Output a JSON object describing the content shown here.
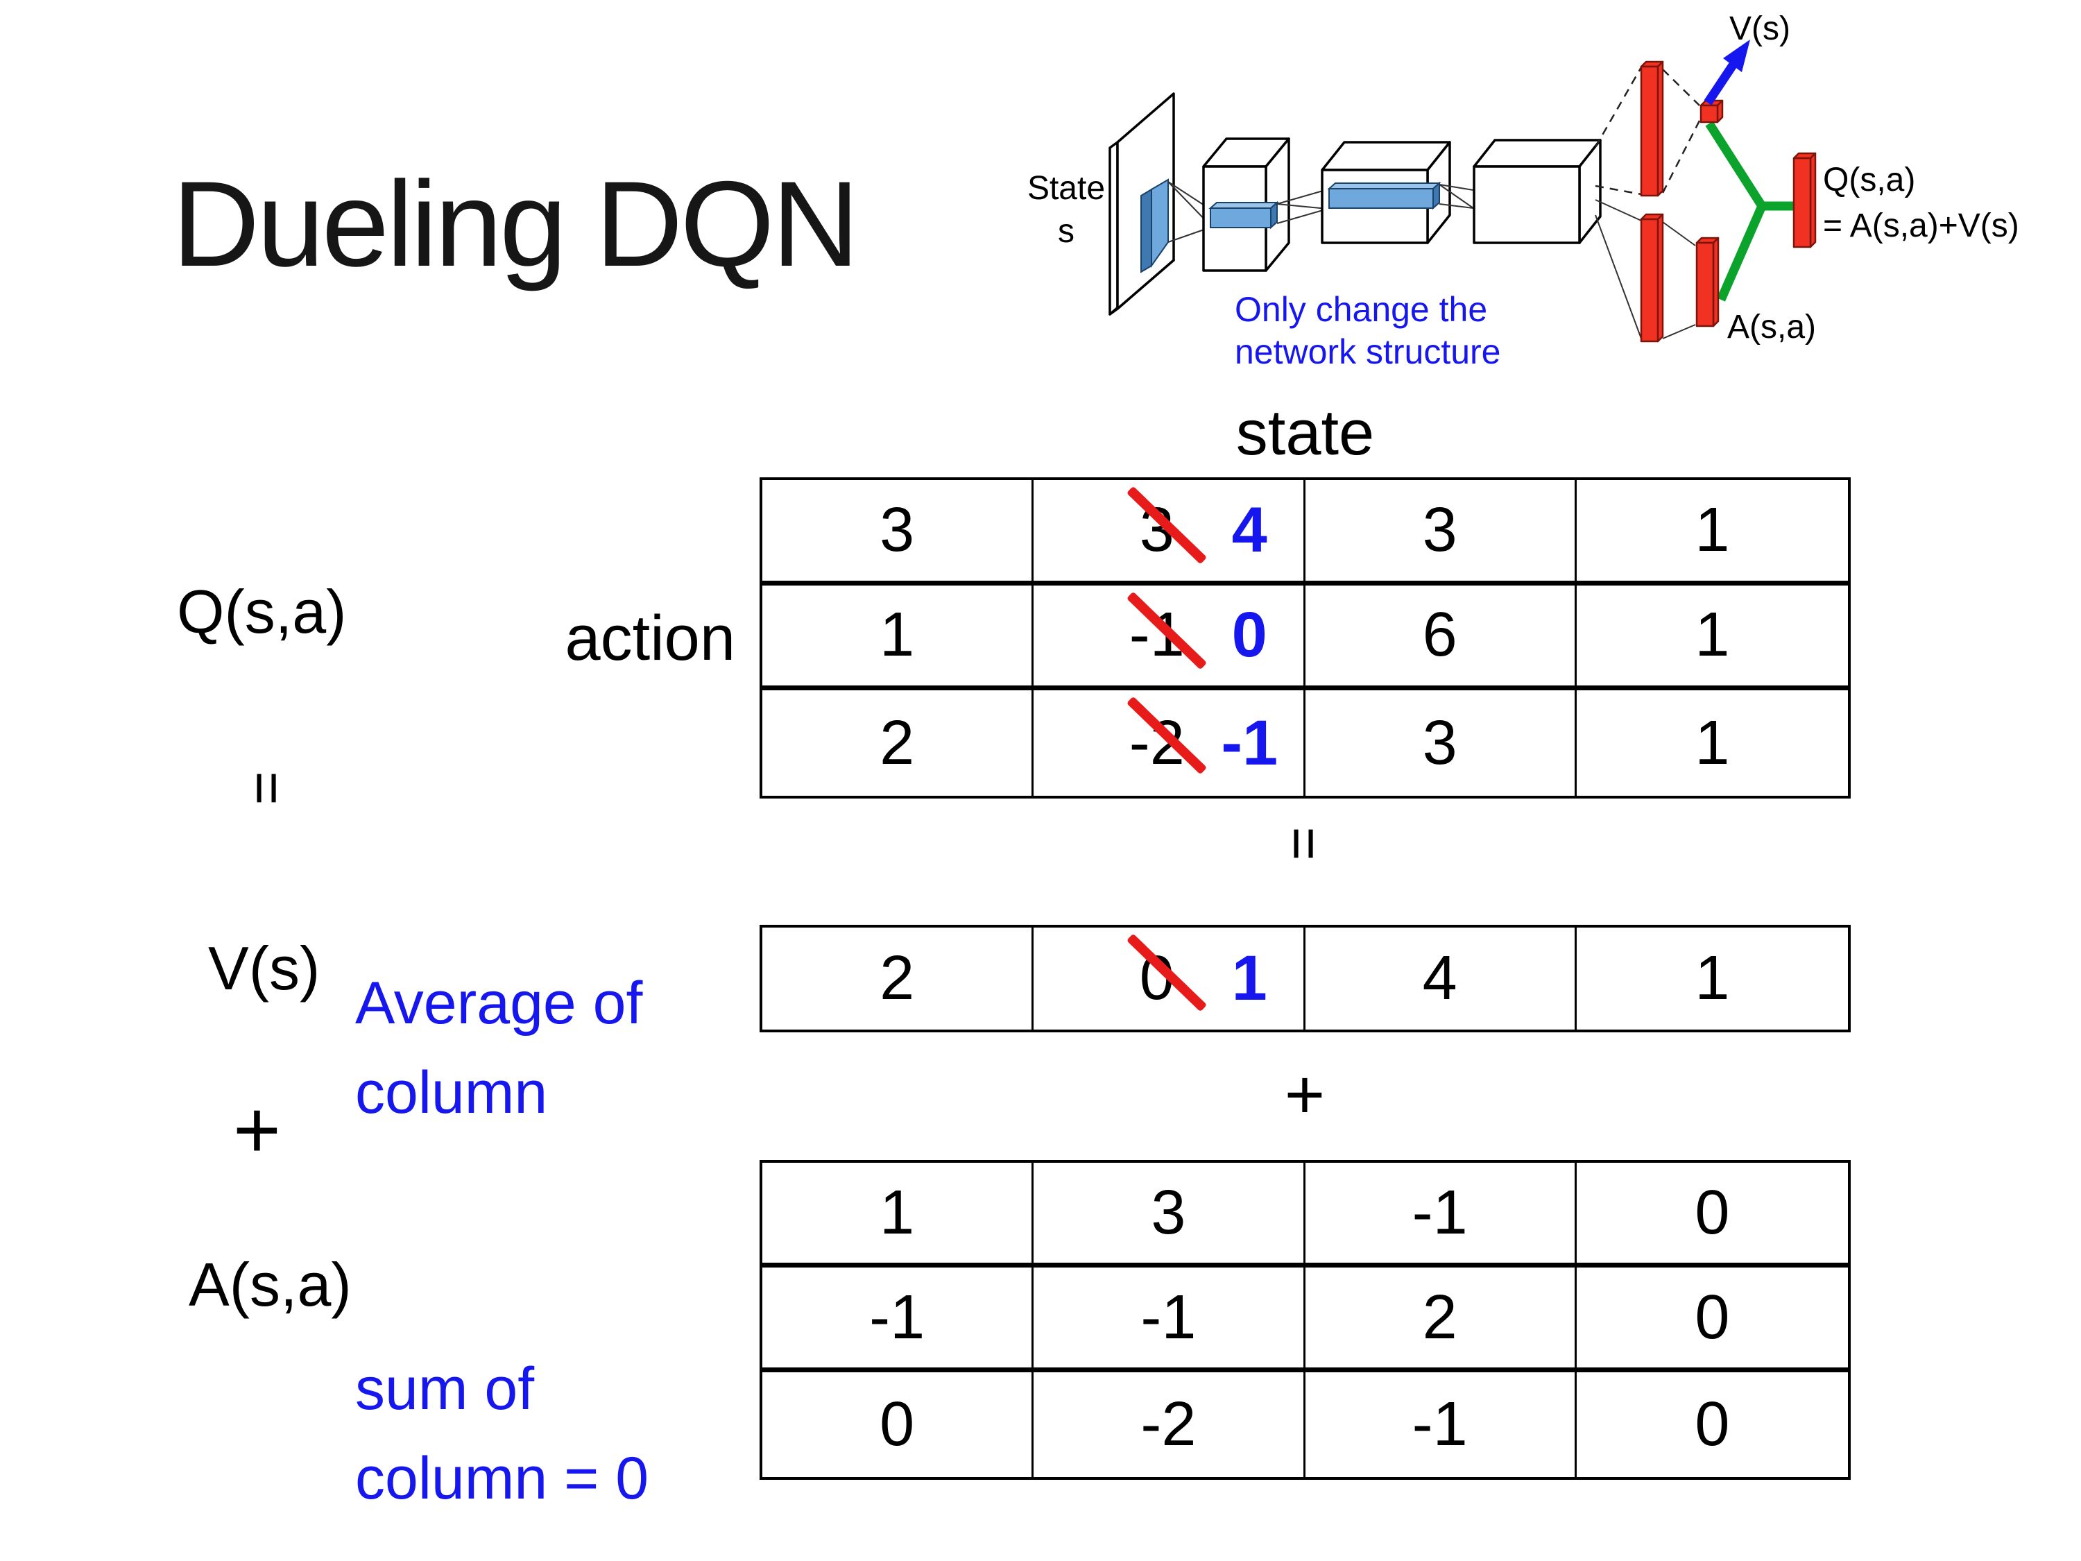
{
  "title": "Dueling DQN",
  "diagram": {
    "state_line1": "State",
    "state_line2": "s",
    "note_line1": "Only change the",
    "note_line2": "network structure",
    "v_out_label": "V(s)",
    "a_out_label": "A(s,a)",
    "q_out_line1": "Q(s,a)",
    "q_out_line2": "= A(s,a)+V(s)"
  },
  "labels": {
    "q": "Q(s,a)",
    "equals_left": "=",
    "v": "V(s)",
    "plus_left": "+",
    "a": "A(s,a)",
    "avg_line1": "Average of",
    "avg_line2": "column",
    "sum_line1": "sum of",
    "sum_line2": "column = 0",
    "state_header": "state",
    "action_header": "action",
    "equals_mid": "=",
    "plus_mid": "+"
  },
  "matrices": {
    "q_table": {
      "rows": [
        [
          "3",
          {
            "old": "3",
            "new": "4"
          },
          "3",
          "1"
        ],
        [
          "1",
          {
            "old": "-1",
            "new": "0"
          },
          "6",
          "1"
        ],
        [
          "2",
          {
            "old": "-2",
            "new": "-1"
          },
          "3",
          "1"
        ]
      ]
    },
    "v_table": {
      "rows": [
        [
          "2",
          {
            "old": "0",
            "new": "1"
          },
          "4",
          "1"
        ]
      ]
    },
    "a_table": {
      "rows": [
        [
          "1",
          "3",
          "-1",
          "0"
        ],
        [
          "-1",
          "-1",
          "2",
          "0"
        ],
        [
          "0",
          "-2",
          "-1",
          "0"
        ]
      ]
    }
  },
  "colors": {
    "accent_blue": "#1616ee",
    "cross_red": "#e81b1b",
    "bar_red": "#f13122",
    "bar_red_dark": "#7c140a",
    "link_green": "#0ca32c",
    "conv_blue": "#6fa8dc"
  }
}
